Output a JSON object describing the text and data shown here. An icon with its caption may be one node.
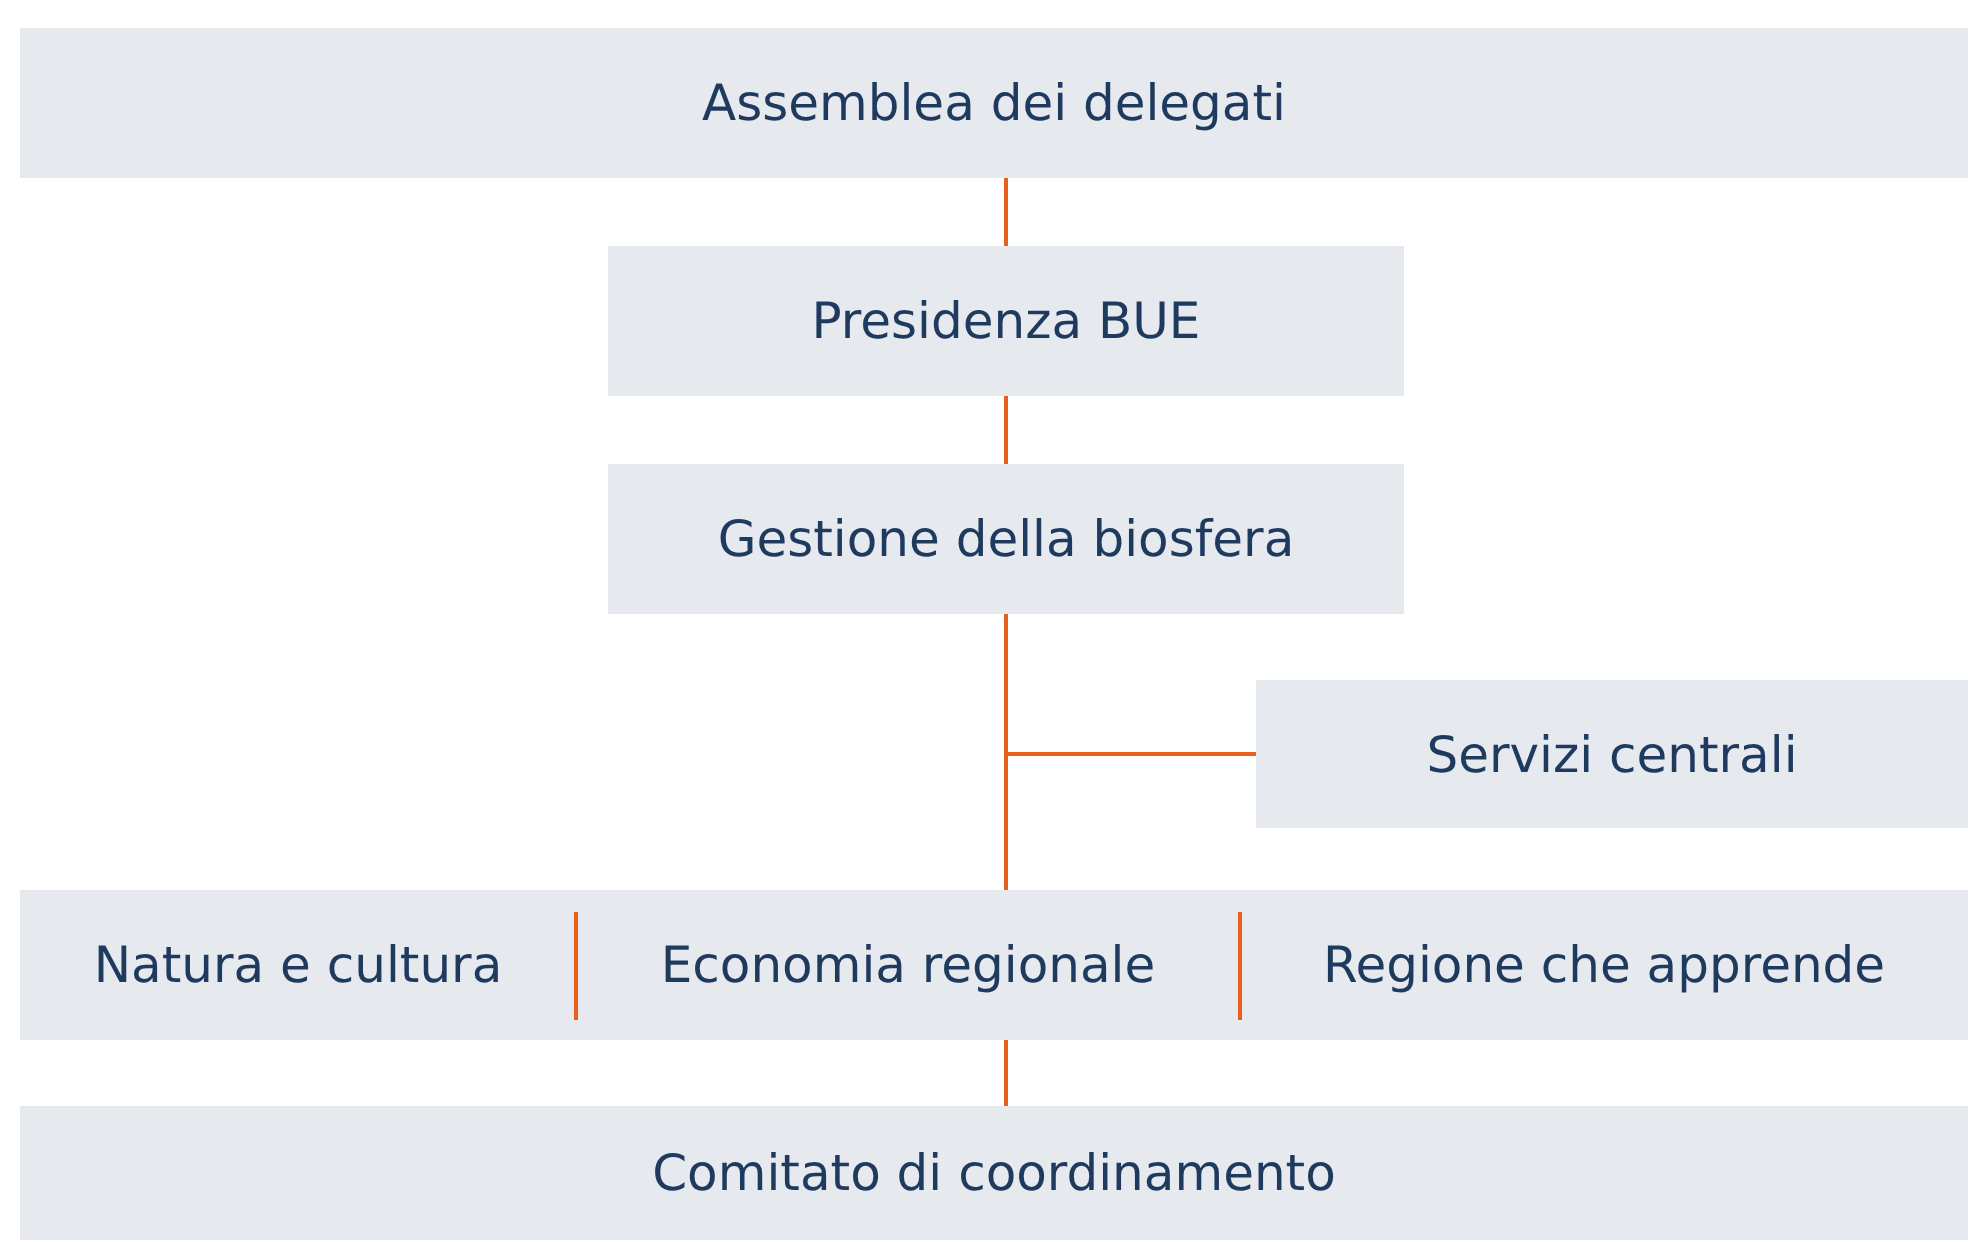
{
  "diagram": {
    "nodes": [
      {
        "text": [
          "Assemblea dei delegati"
        ]
      },
      {
        "text": [
          "Presidenza BUE"
        ]
      },
      {
        "text": [
          "Gestione della biosfera"
        ]
      },
      {
        "text": [
          "Servizi centrali"
        ]
      },
      {
        "text": [
          "Natura e cultura"
        ]
      },
      {
        "text": [
          "Economia regionale"
        ]
      },
      {
        "text": [
          "Regione che apprende"
        ]
      },
      {
        "text": [
          "Comitato di coordinamento"
        ]
      }
    ],
    "edges": [
      {
        "from": 0,
        "to": 1,
        "arrow": "none"
      },
      {
        "from": 1,
        "to": 2,
        "arrow": "none"
      },
      {
        "from": 2,
        "to": 5,
        "arrow": "none"
      },
      {
        "from": 2,
        "to": 3,
        "arrow": "none"
      },
      {
        "from": 5,
        "to": 7,
        "arrow": "none"
      }
    ]
  }
}
